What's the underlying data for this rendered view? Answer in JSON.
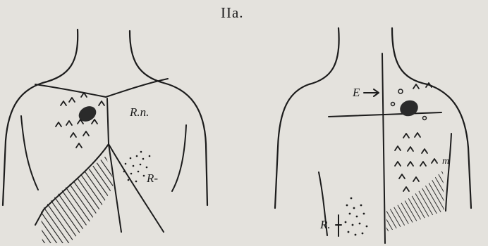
{
  "figure": {
    "title": "IIa.",
    "labels": {
      "front_upper": "R.n.",
      "front_lower": "R-",
      "back_arrow": "E",
      "back_small": "m",
      "back_bottom": "R."
    }
  },
  "colors": {
    "paper": "#e4e2dd",
    "ink": "#1c1c1c"
  }
}
